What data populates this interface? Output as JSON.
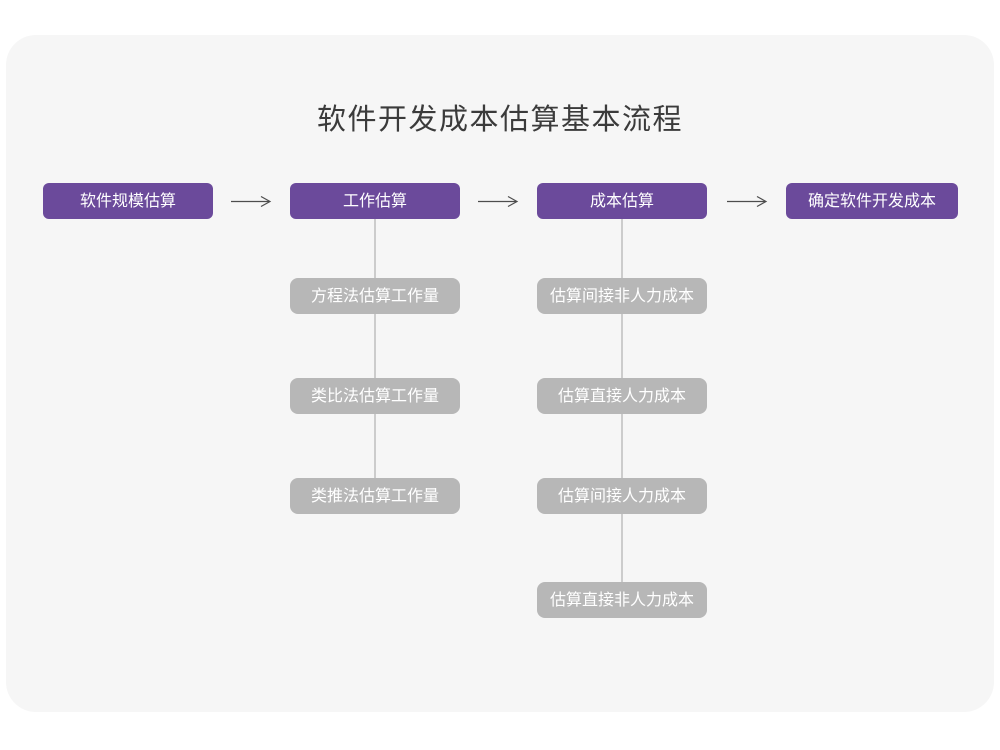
{
  "title": "软件开发成本估算基本流程",
  "flow": {
    "stages": [
      {
        "label": "软件规模估算"
      },
      {
        "label": "工作估算"
      },
      {
        "label": "成本估算"
      },
      {
        "label": "确定软件开发成本"
      }
    ],
    "work_branch": {
      "items": [
        "方程法估算工作量",
        "类比法估算工作量",
        "类推法估算工作量"
      ]
    },
    "cost_branch": {
      "items": [
        "估算间接非人力成本",
        "估算直接人力成本",
        "估算间接人力成本",
        "估算直接非人力成本"
      ]
    }
  },
  "colors": {
    "page_bg": "#FFFFFF",
    "panel_bg": "#F6F6F6",
    "stage_bg": "#6B4A9B",
    "branch_bg": "#B7B7B7",
    "connector": "#CCCCCC",
    "arrow": "#4D4D4D",
    "title_text": "#3B3B3B",
    "box_text": "#FFFFFF"
  }
}
